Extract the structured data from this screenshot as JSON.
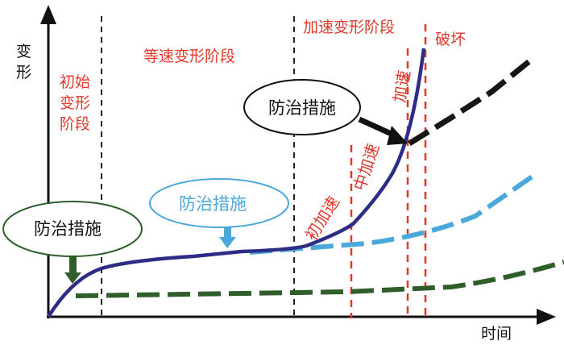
{
  "axes": {
    "y_label": "变形",
    "x_label": "时间"
  },
  "stages": {
    "initial": [
      "初始",
      "变形",
      "阶段"
    ],
    "constant": "等速变形阶段",
    "accelerating": "加速变形阶段",
    "failure": "破坏"
  },
  "sub_stages": {
    "early": "初加速",
    "middle": "中加速",
    "late": "加速"
  },
  "measures": {
    "green": "防治措施",
    "blue": "防治措施",
    "black": "防治措施"
  },
  "colors": {
    "main_curve": "#2e2d86",
    "green": "#2f5d2b",
    "blue": "#4aa8db",
    "black": "#161616",
    "red": "#e0392b"
  }
}
